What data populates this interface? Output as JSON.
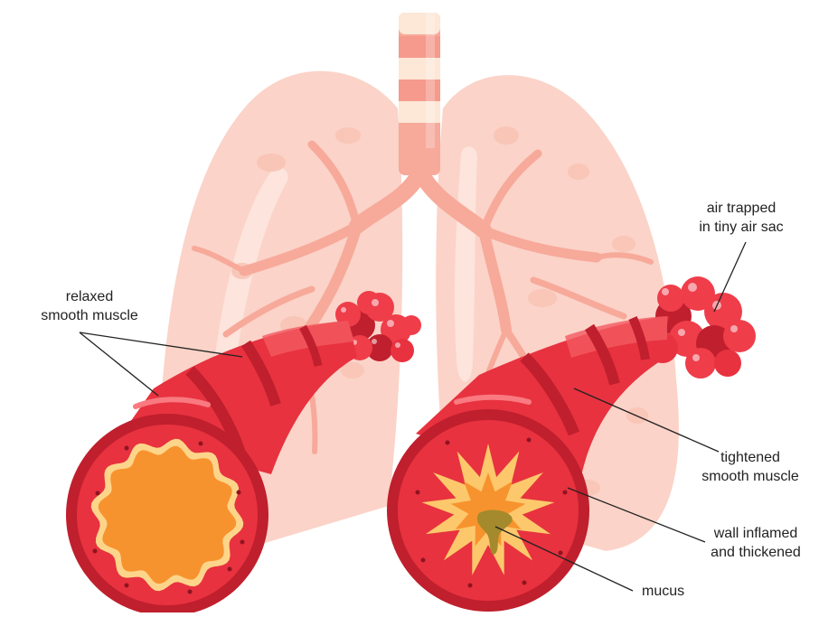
{
  "diagram": {
    "labels": {
      "relaxed_muscle": [
        "relaxed",
        "smooth muscle"
      ],
      "air_trapped": [
        "air trapped",
        "in tiny air sac"
      ],
      "tightened_muscle": [
        "tightened",
        "smooth muscle"
      ],
      "wall_inflamed": [
        "wall inflamed",
        "and thickened"
      ],
      "mucus": [
        "mucus"
      ]
    },
    "colors": {
      "lung_fill": "#fbd3c8",
      "lung_highlight": "#fde4dc",
      "bronchi": "#f7a99a",
      "trachea_ring": "#f59a8c",
      "trachea_band": "#fde7d6",
      "airway_red": "#e8323f",
      "airway_dark": "#c01f2d",
      "airway_light": "#f25a62",
      "open_lumen": "#f7932e",
      "lumen_border": "#fdd58a",
      "inflamed_core": "#fcc86b",
      "mucus": "#a48a2c",
      "alveoli": "#ef3d4a",
      "leader_line": "#222222"
    },
    "icons": [
      "lungs-illustration",
      "healthy-airway-cross-section",
      "asthmatic-airway-cross-section",
      "alveoli-cluster"
    ]
  }
}
